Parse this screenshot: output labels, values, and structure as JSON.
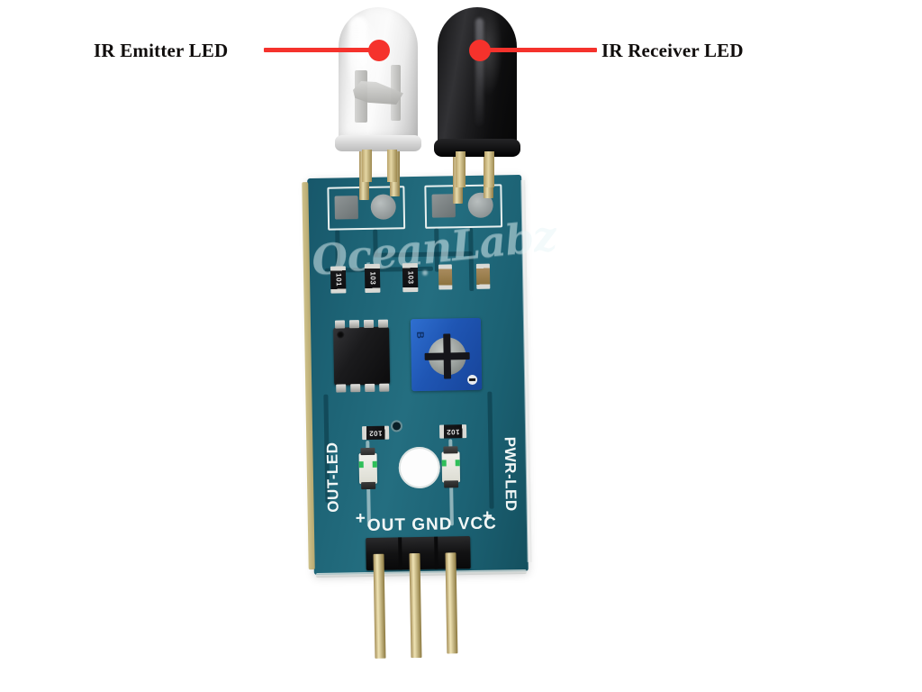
{
  "page": {
    "background_color": "#ffffff",
    "subject": "IR obstacle-avoidance sensor module photograph with callout labels"
  },
  "annotations": [
    {
      "id": "emitter",
      "label": "IR Emitter LED",
      "leader_color": "#f5322c",
      "leader_side": "right",
      "target": "clear IR emitter LED"
    },
    {
      "id": "receiver",
      "label": "IR Receiver LED",
      "leader_color": "#f5322c",
      "leader_side": "left",
      "target": "black IR receiver LED"
    }
  ],
  "board": {
    "watermark": "OceanLabz",
    "pcb_color": "#1d6375",
    "silkscreen_color": "#f2f7f6",
    "silkscreen": {
      "out_led": "OUT-LED",
      "pwr_led": "PWR-LED",
      "plus_left": "+",
      "plus_right": "+",
      "pin_labels": "OUT GND VCC"
    },
    "pin_header": {
      "pins": [
        "OUT",
        "GND",
        "VCC"
      ],
      "count": 3
    },
    "components": {
      "ic": {
        "name": "comparator-ic",
        "package": "SOIC-8",
        "pin_count": 8,
        "color": "#1b1b1d"
      },
      "potentiometer": {
        "name": "sensitivity-trimpot",
        "color": "#1f56b4",
        "marking": "B"
      },
      "resistors": [
        {
          "code": "101"
        },
        {
          "code": "103"
        },
        {
          "code": "103"
        },
        {
          "code": "102"
        },
        {
          "code": "102"
        }
      ],
      "capacitors": [
        {
          "color": "#8d733f"
        },
        {
          "color": "#8d733f"
        }
      ],
      "indicator_leds": [
        {
          "name": "out-led-indicator",
          "color": "#2fbf5a"
        },
        {
          "name": "pwr-led-indicator",
          "color": "#2fbf5a"
        }
      ],
      "mounting_hole": {
        "name": "mounting-hole"
      }
    }
  }
}
